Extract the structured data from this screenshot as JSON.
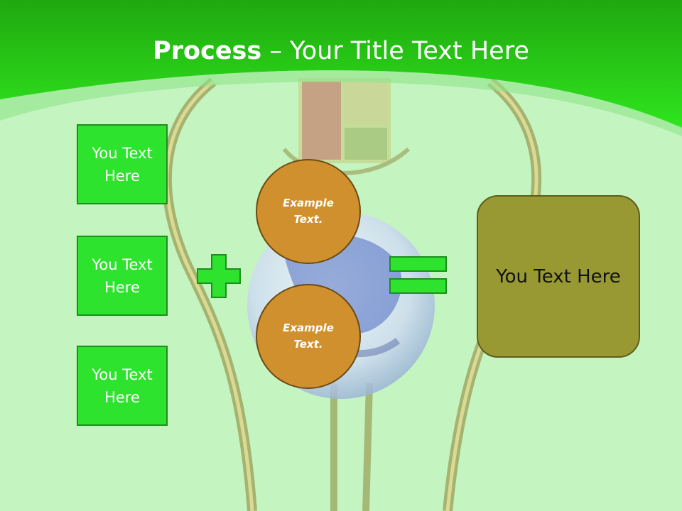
{
  "slide": {
    "title_bold": "Process",
    "title_rest": " – Your Title Text Here"
  },
  "inputs": [
    {
      "label": "You Text Here"
    },
    {
      "label": "You Text Here"
    },
    {
      "label": "You Text Here"
    }
  ],
  "circles": [
    {
      "label": "Example Text."
    },
    {
      "label": "Example Text."
    }
  ],
  "result": {
    "label": "You Text Here"
  },
  "operators": {
    "plus": "plus-icon",
    "equals": "equals-icon"
  },
  "colors": {
    "header_green": "#2ee32e",
    "background": "#c4f4c0",
    "box_fill": "#2ee32e",
    "circle_fill": "#d1902e",
    "result_fill": "#999933"
  }
}
